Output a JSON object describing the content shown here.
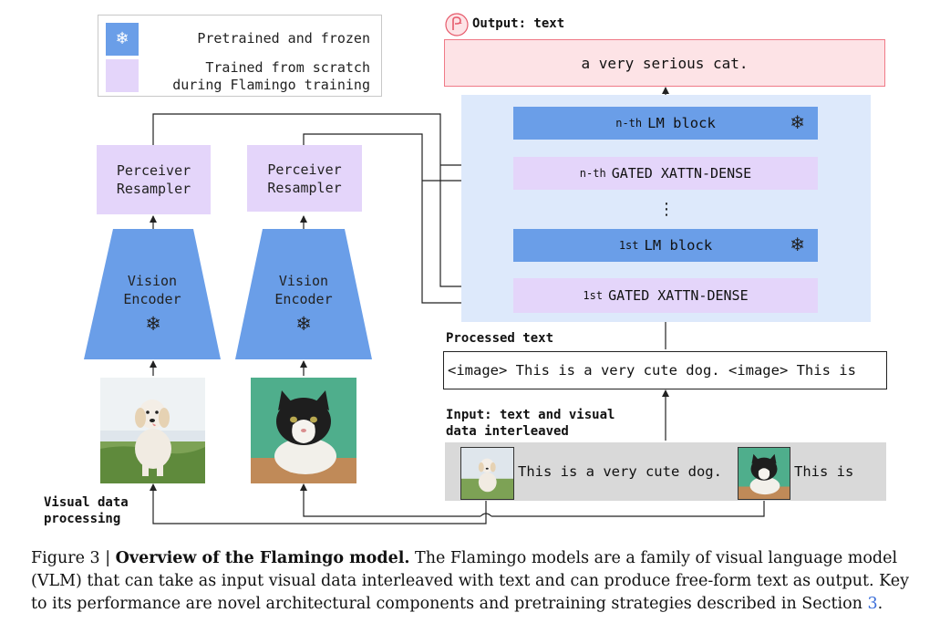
{
  "legend": {
    "frozen_label": "Pretrained and frozen",
    "scratch_label": "Trained from scratch\nduring Flamingo training",
    "frozen_color": "#6a9ee8",
    "scratch_color": "#e4d5fa"
  },
  "snowflake": "❄",
  "output": {
    "header": "Output: text",
    "text": "a very serious cat."
  },
  "lm_stack": {
    "top_lm": {
      "prefix": "n-th",
      "label": "LM block"
    },
    "top_xattn": {
      "prefix": "n-th",
      "label": "GATED XATTN-DENSE"
    },
    "dots": "⋮",
    "bottom_lm": {
      "prefix": "1st",
      "label": "LM block"
    },
    "bottom_xattn": {
      "prefix": "1st",
      "label": "GATED XATTN-DENSE"
    }
  },
  "left_branch": {
    "resampler": "Perceiver\nResampler",
    "encoder": "Vision\nEncoder"
  },
  "right_branch": {
    "resampler": "Perceiver\nResampler",
    "encoder": "Vision\nEncoder"
  },
  "processed": {
    "header": "Processed text",
    "text": "<image> This is a very cute dog. <image> This is"
  },
  "input": {
    "header": "Input: text and visual\ndata interleaved",
    "text1": "This is a very cute dog.",
    "text2": "This is"
  },
  "visual_processing_label": "Visual data\nprocessing",
  "caption": {
    "prefix": "Figure 3 | ",
    "title": "Overview of the Flamingo model.",
    "body": " The Flamingo models are a family of visual language model (VLM) that can take as input visual data interleaved with text and can produce free-form text as output. Key to its performance are novel architectural components and pretraining strategies described in Section ",
    "ref": "3",
    "end": "."
  }
}
